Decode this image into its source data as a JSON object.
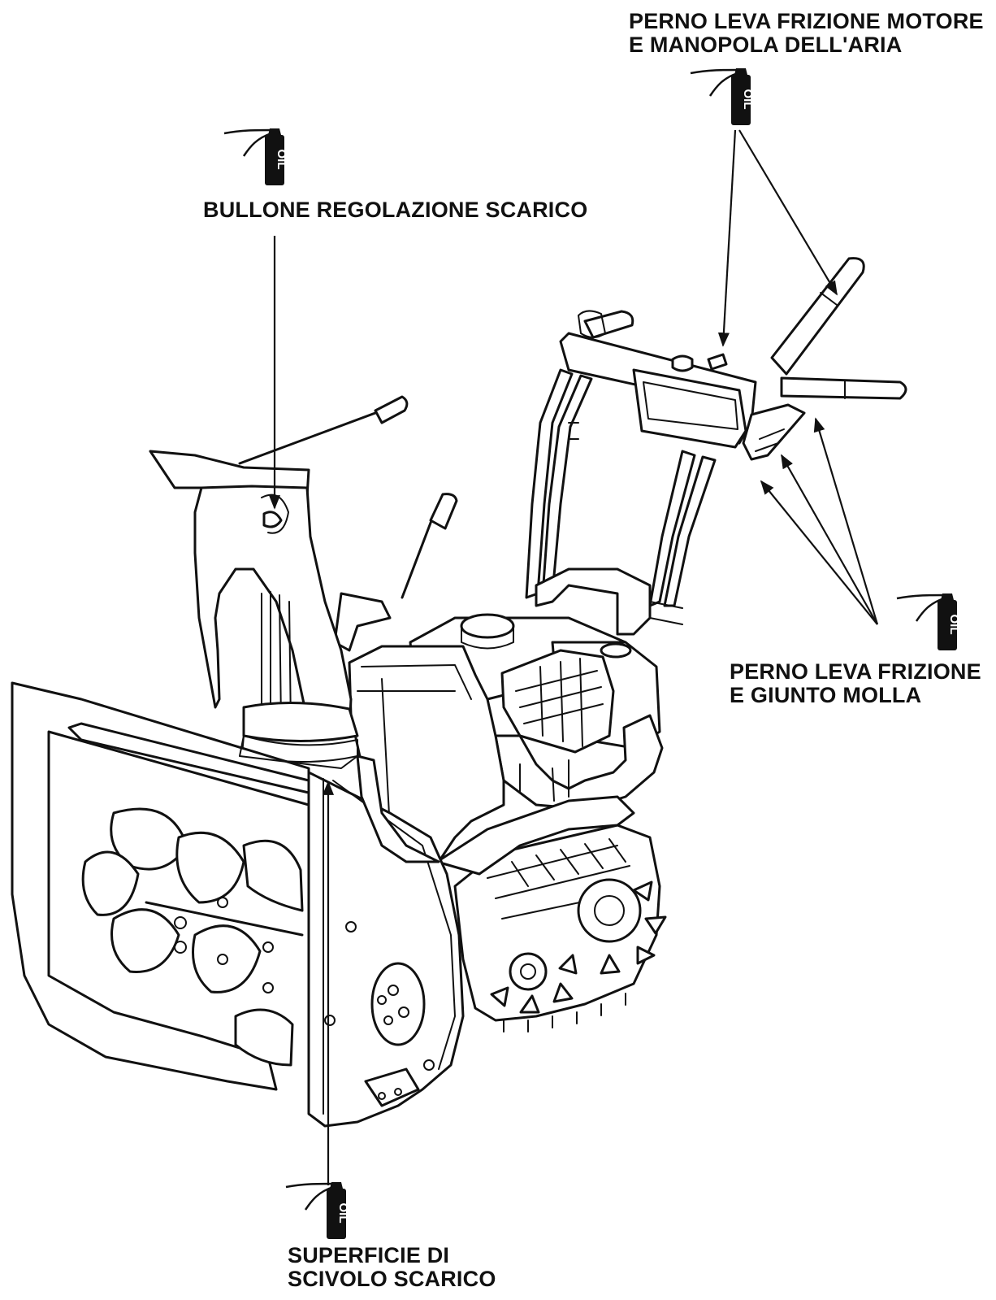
{
  "labels": {
    "discharge_bolt": [
      "BULLONE REGOLAZIONE SCARICO"
    ],
    "engine_clutch": [
      "PERNO LEVA FRIZIONE MOTORE",
      "E MANOPOLA DELL'ARIA"
    ],
    "clutch_spring": [
      "PERNO LEVA FRIZIONE",
      "E GIUNTO MOLLA"
    ],
    "chute_surface": [
      "SUPERFICIE DI",
      "SCIVOLO SCARICO"
    ]
  },
  "oilcan_text": "OIL",
  "colors": {
    "ink": "#111111",
    "background": "#ffffff"
  }
}
